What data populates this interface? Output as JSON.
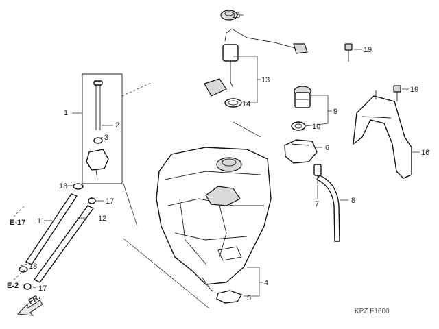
{
  "callouts": {
    "p1": "1",
    "p2": "2",
    "p3": "3",
    "p4": "4",
    "p5": "5",
    "p6": "6",
    "p7": "7",
    "p8": "8",
    "p9": "9",
    "p10": "10",
    "p11": "11",
    "p12": "12",
    "p13": "13",
    "p14": "14",
    "p15": "15",
    "p16": "16",
    "p17a": "17",
    "p17b": "17",
    "p18a": "18",
    "p18b": "18",
    "p19a": "19",
    "p19b": "19"
  },
  "references": {
    "e17": "E-17",
    "e2": "E-2",
    "front": "FR."
  },
  "diagram_code": "KPZ F1600"
}
